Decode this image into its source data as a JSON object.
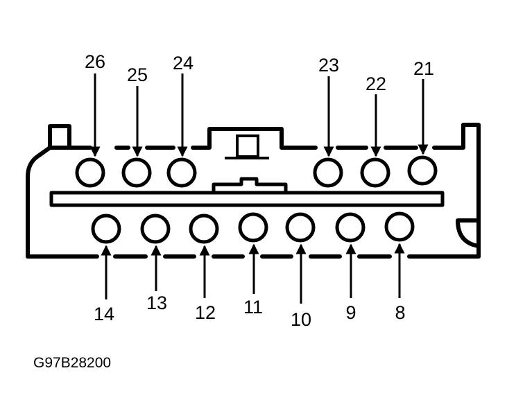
{
  "diagram": {
    "figure_code": "G97B28200",
    "top_pins": [
      "26",
      "25",
      "24",
      "23",
      "22",
      "21"
    ],
    "bottom_pins": [
      "14",
      "13",
      "12",
      "11",
      "10",
      "9",
      "8"
    ]
  }
}
